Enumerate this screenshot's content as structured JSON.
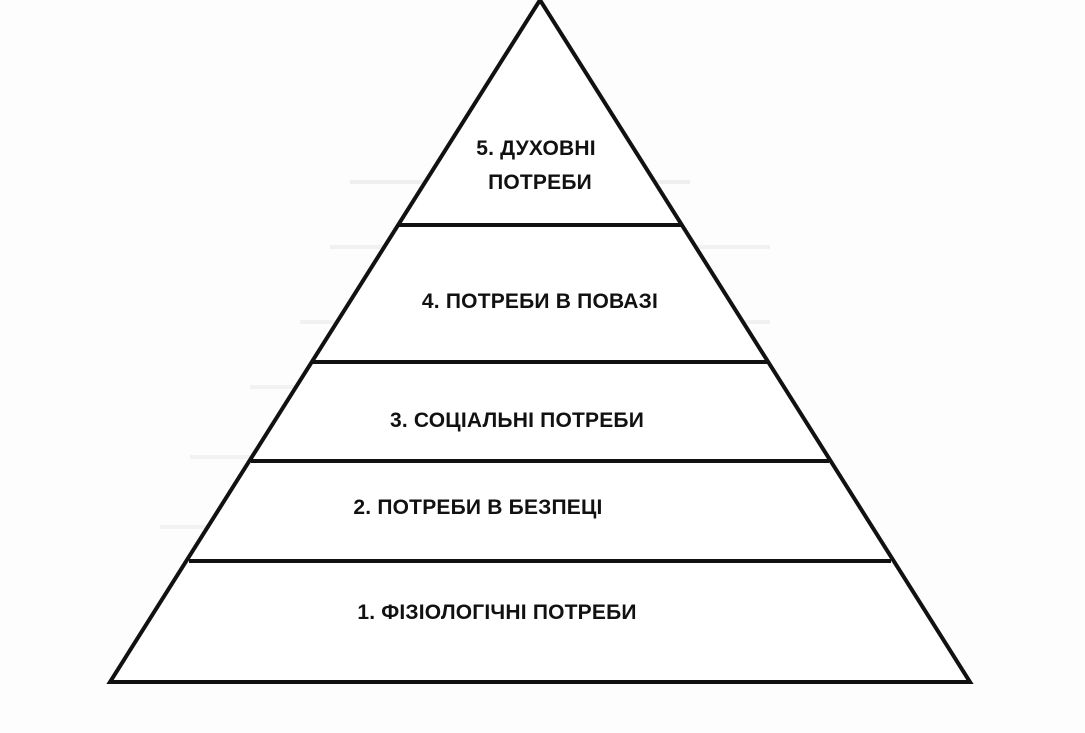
{
  "diagram": {
    "type": "pyramid",
    "levels": [
      {
        "id": 5,
        "lines": [
          "5. ДУХОВНІ",
          "ПОТРЕБИ"
        ]
      },
      {
        "id": 4,
        "lines": [
          "4. ПОТРЕБИ В ПОВАЗІ"
        ]
      },
      {
        "id": 3,
        "lines": [
          "3. СОЦІАЛЬНІ ПОТРЕБИ"
        ]
      },
      {
        "id": 2,
        "lines": [
          "2. ПОТРЕБИ В БЕЗПЕЦІ"
        ]
      },
      {
        "id": 1,
        "lines": [
          "1. ФІЗІОЛОГІЧНІ ПОТРЕБИ"
        ]
      }
    ],
    "colors": {
      "line": "#111111",
      "fill": "#ffffff",
      "text": "#111111"
    }
  }
}
